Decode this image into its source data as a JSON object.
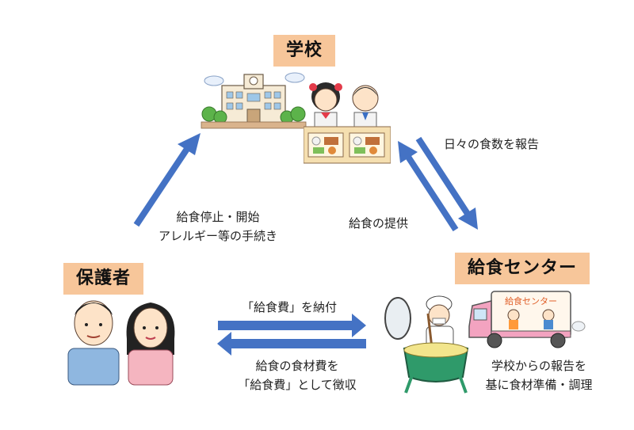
{
  "nodes": {
    "school": "学校",
    "parents": "保護者",
    "center": "給食センター"
  },
  "edges": {
    "parents_to_school": [
      "給食停止・開始",
      "アレルギー等の手続き"
    ],
    "school_to_center": "日々の食数を報告",
    "center_to_school": "給食の提供",
    "parents_to_center": "「給食費」を納付",
    "center_to_parents": [
      "給食の食材費を",
      "「給食費」として徴収"
    ],
    "center_note": [
      "学校からの報告を",
      "基に食材準備・調理"
    ]
  },
  "art": {
    "truck_sign": "給食センター"
  },
  "colors": {
    "label_bg": "#f7c69a",
    "arrow": "#4472c4"
  }
}
